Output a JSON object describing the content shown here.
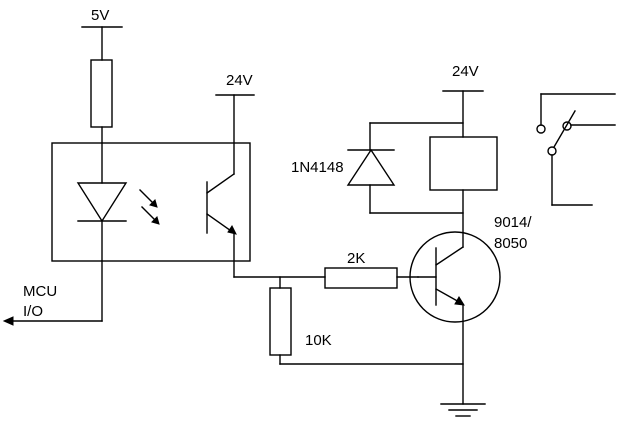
{
  "labels": {
    "supply_5v": "5V",
    "supply_24v_opto": "24V",
    "supply_24v_relay": "24V",
    "diode": "1N4148",
    "transistor_line1": "9014/",
    "transistor_line2": "8050",
    "base_resistor": "2K",
    "pulldown_resistor": "10K",
    "mcu_line1": "MCU",
    "mcu_line2": "I/O"
  },
  "icons": {
    "optocoupler": "optocoupler-icon",
    "led": "led-icon",
    "phototransistor": "phototransistor-icon",
    "npn_transistor": "npn-transistor-icon",
    "relay_coil": "relay-coil-icon",
    "relay_contacts": "relay-switch-icon",
    "ground": "ground-icon"
  }
}
